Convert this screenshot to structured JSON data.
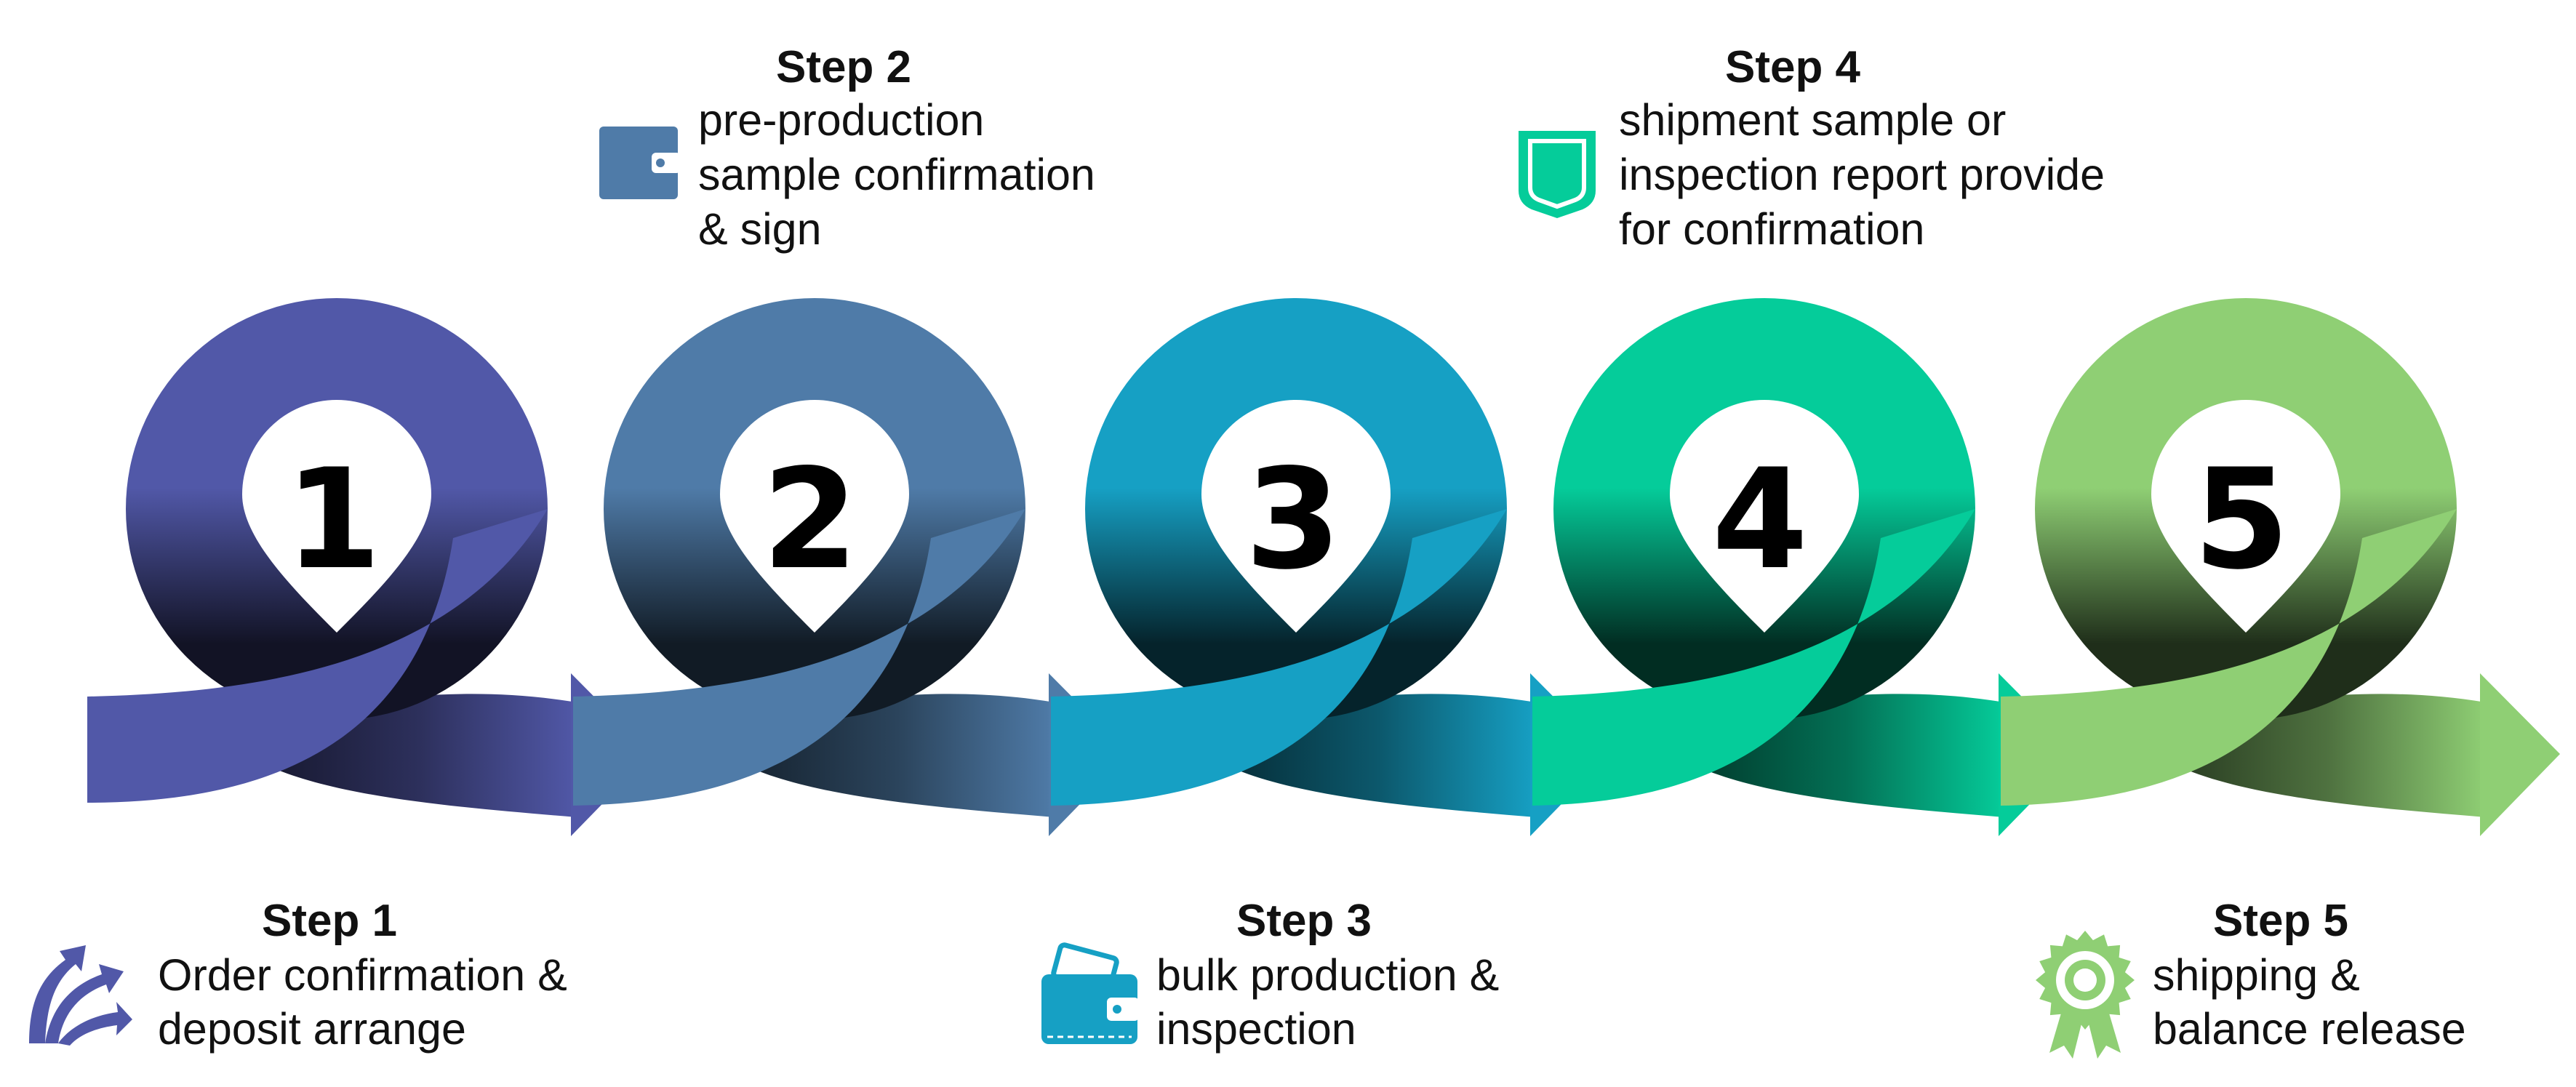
{
  "steps": [
    {
      "number": "1",
      "title": "Step 1",
      "lines": [
        "Order confirmation &",
        "deposit arrange"
      ],
      "color": "#5158A8",
      "icon": "branching-arrows-icon"
    },
    {
      "number": "2",
      "title": "Step 2",
      "lines": [
        "pre-production",
        "sample confirmation",
        "& sign"
      ],
      "color": "#4F7BA8",
      "icon": "wallet-icon"
    },
    {
      "number": "3",
      "title": "Step 3",
      "lines": [
        "bulk production &",
        "inspection"
      ],
      "color": "#16A0C4",
      "icon": "wallet-with-card-icon"
    },
    {
      "number": "4",
      "title": "Step 4",
      "lines": [
        "shipment sample or",
        "inspection report provide",
        "for confirmation"
      ],
      "color": "#05CC9A",
      "icon": "shield-icon"
    },
    {
      "number": "5",
      "title": "Step 5",
      "lines": [
        "shipping &",
        "balance release"
      ],
      "color": "#8FCF74",
      "icon": "award-badge-icon"
    }
  ]
}
